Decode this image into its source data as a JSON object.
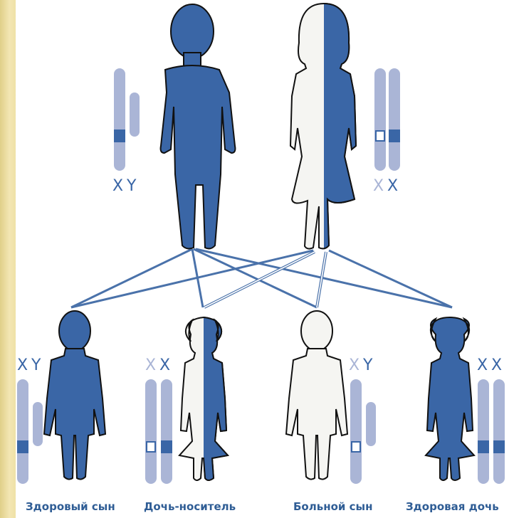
{
  "colors": {
    "affected": "#3a66a6",
    "outline": "#111111",
    "chromosome": "#aab5d6",
    "band": "#3a66a6",
    "line": "#4a72aa",
    "label": "#2f5d95",
    "sidebar": "#efe1a6"
  },
  "parents": {
    "father": {
      "chromosomes": "XY",
      "x_label": "X",
      "y_label": "Y"
    },
    "mother": {
      "chromosomes": "XX",
      "x1_label": "X",
      "x2_label": "X"
    }
  },
  "children": [
    {
      "caption": "Здоровый сын",
      "x_label": "X",
      "second_label": "Y"
    },
    {
      "caption": "Дочь-носитель",
      "x_label": "X",
      "second_label": "X"
    },
    {
      "caption": "Больной сын",
      "x_label": "X",
      "second_label": "Y"
    },
    {
      "caption": "Здоровая дочь",
      "x_label": "X",
      "second_label": "X"
    }
  ]
}
